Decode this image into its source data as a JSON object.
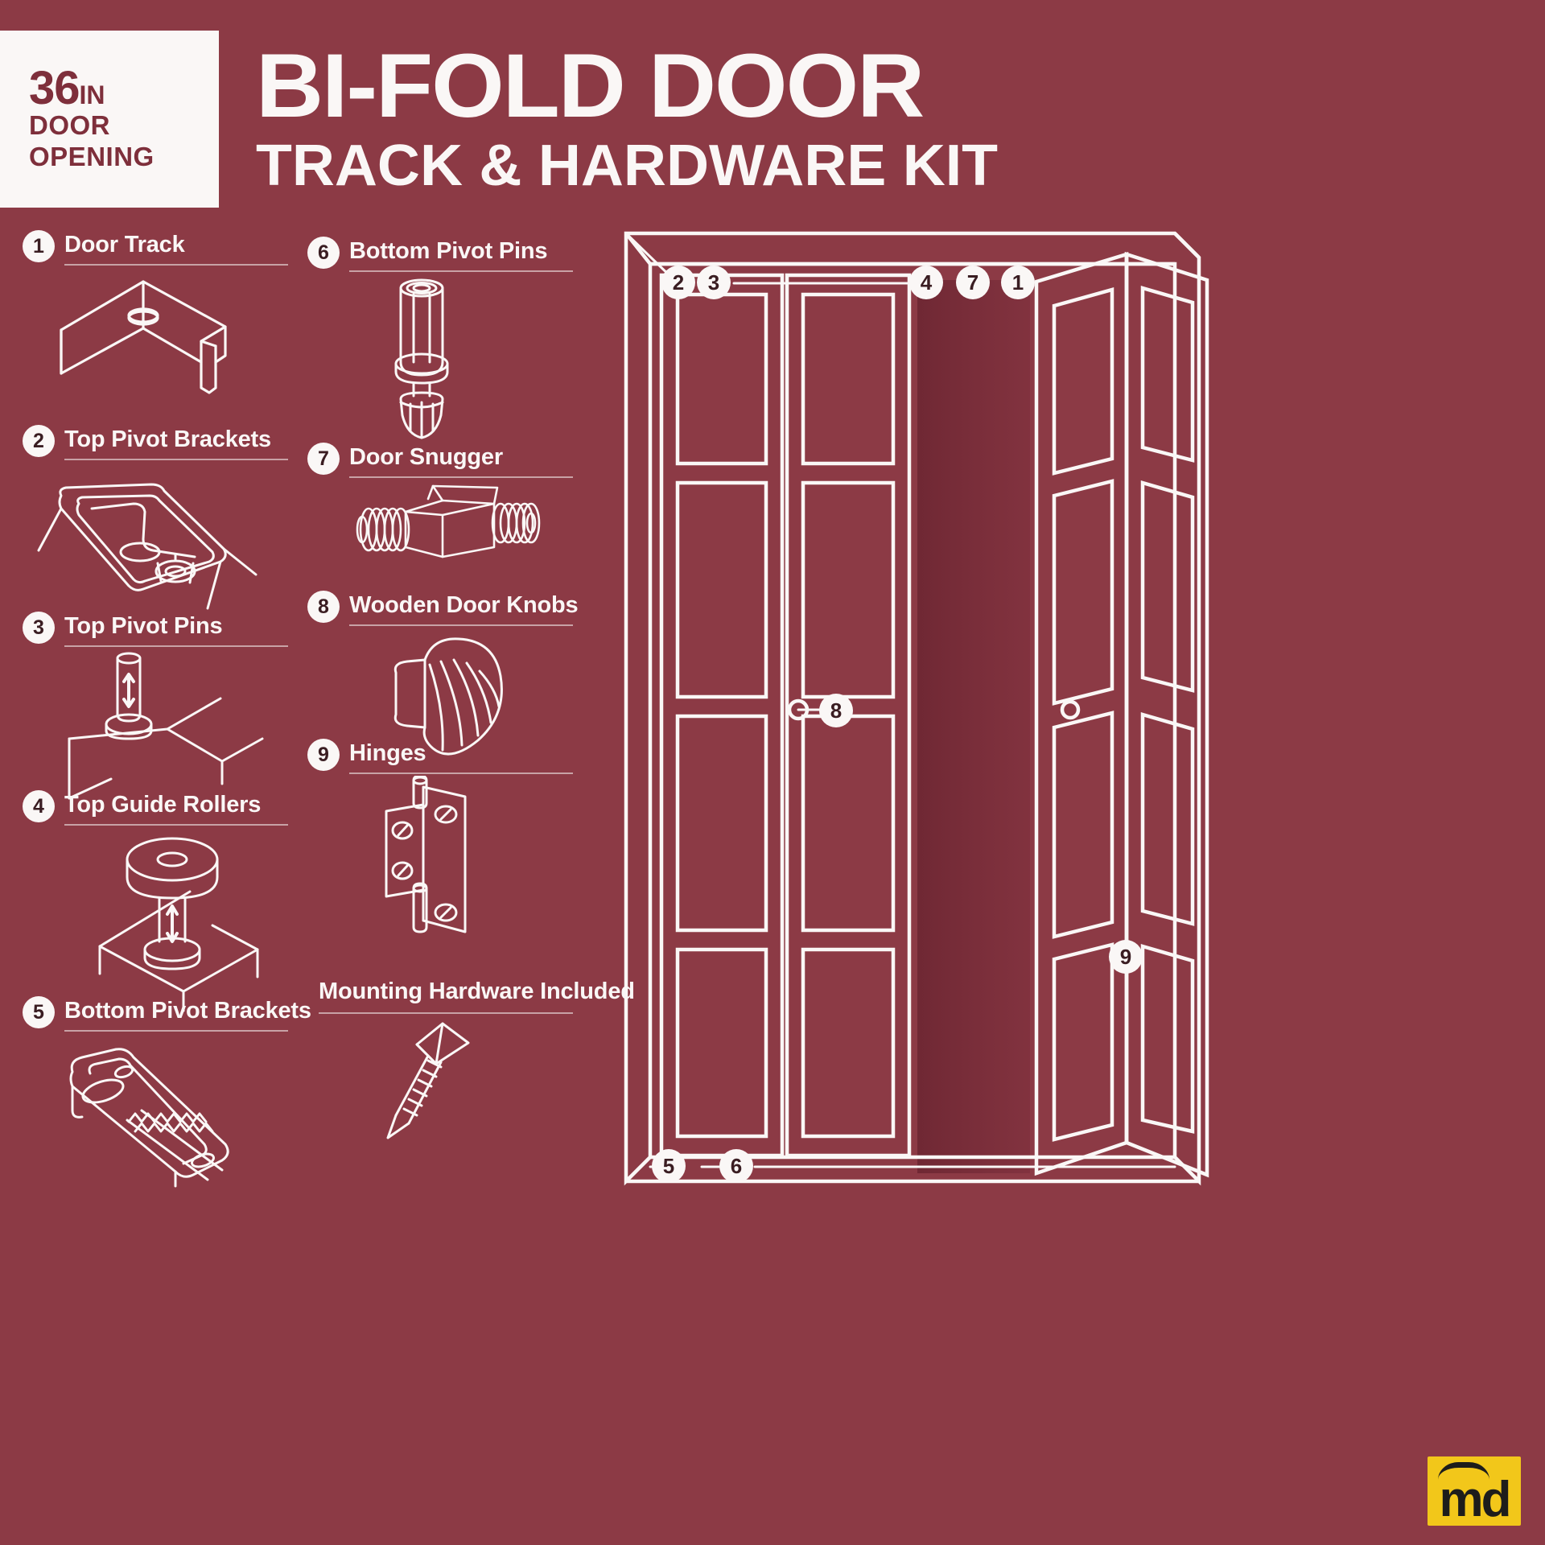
{
  "header": {
    "size_number": "36",
    "size_unit": "IN",
    "size_line2": "DOOR",
    "size_line3": "OPENING",
    "title": "BI-FOLD DOOR",
    "subtitle": "TRACK & HARDWARE KIT"
  },
  "colors": {
    "background": "#8c3a45",
    "ink": "#faf7f6",
    "badge_text": "#3a1d22",
    "logo_yellow": "#f2c71a"
  },
  "legend": {
    "left_column": [
      {
        "number": "1",
        "label": "Door Track",
        "icon": "door-track-icon"
      },
      {
        "number": "2",
        "label": "Top Pivot Brackets",
        "icon": "top-pivot-bracket-icon"
      },
      {
        "number": "3",
        "label": "Top Pivot Pins",
        "icon": "top-pivot-pin-icon"
      },
      {
        "number": "4",
        "label": "Top Guide Rollers",
        "icon": "top-guide-roller-icon"
      },
      {
        "number": "5",
        "label": "Bottom Pivot Brackets",
        "icon": "bottom-pivot-bracket-icon"
      }
    ],
    "middle_column": [
      {
        "number": "6",
        "label": "Bottom Pivot Pins",
        "icon": "bottom-pivot-pin-icon"
      },
      {
        "number": "7",
        "label": "Door Snugger",
        "icon": "door-snugger-icon"
      },
      {
        "number": "8",
        "label": "Wooden Door Knobs",
        "icon": "wooden-door-knob-icon"
      },
      {
        "number": "9",
        "label": "Hinges",
        "icon": "hinge-icon"
      }
    ],
    "extra": {
      "label": "Mounting Hardware Included",
      "icon": "screw-icon"
    }
  },
  "diagram": {
    "name": "bi-fold-door-assembly-diagram",
    "callouts": [
      {
        "number": "2",
        "target": "top-pivot-bracket"
      },
      {
        "number": "3",
        "target": "top-pivot-pin"
      },
      {
        "number": "4",
        "target": "top-guide-roller"
      },
      {
        "number": "7",
        "target": "door-snugger"
      },
      {
        "number": "1",
        "target": "door-track"
      },
      {
        "number": "8",
        "target": "wooden-door-knob"
      },
      {
        "number": "9",
        "target": "hinge"
      },
      {
        "number": "5",
        "target": "bottom-pivot-bracket"
      },
      {
        "number": "6",
        "target": "bottom-pivot-pin"
      }
    ]
  },
  "logo": {
    "text": "md"
  }
}
